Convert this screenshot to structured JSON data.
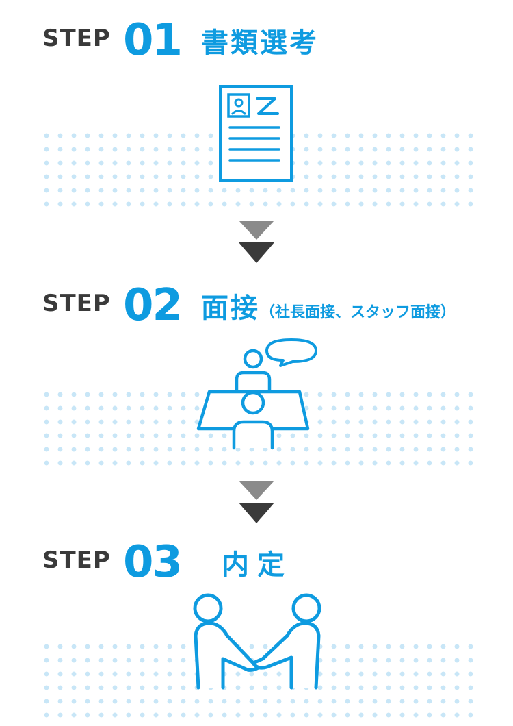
{
  "colors": {
    "accent": "#0e9be0",
    "step_label": "#3a3a3a",
    "dots": "#c8e6f7",
    "arrow_light": "#8a8a8a",
    "arrow_dark": "#3a3a3a"
  },
  "steps": [
    {
      "prefix": "STEP",
      "number": "01",
      "title": "書類選考",
      "subtitle": "",
      "icon": "resume-document-icon"
    },
    {
      "prefix": "STEP",
      "number": "02",
      "title": "面接",
      "subtitle": "（社長面接、スタッフ面接）",
      "icon": "interview-icon"
    },
    {
      "prefix": "STEP",
      "number": "03",
      "title": "内定",
      "subtitle": "",
      "icon": "handshake-icon"
    }
  ]
}
